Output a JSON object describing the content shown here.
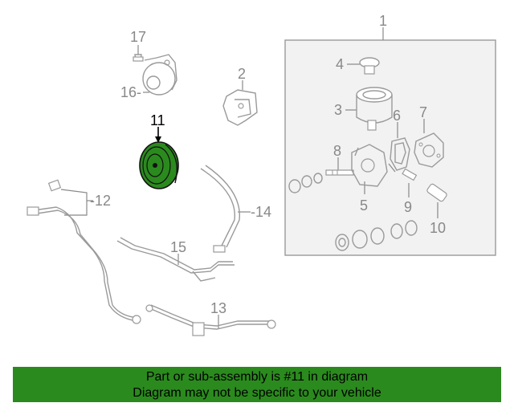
{
  "callouts": {
    "c1": "1",
    "c2": "2",
    "c3": "3",
    "c4": "4",
    "c5": "5",
    "c6": "6",
    "c7": "7",
    "c8": "8",
    "c9": "9",
    "c10": "10",
    "c11": "11",
    "c12": "-12",
    "c13": "13",
    "c14": "-14",
    "c15": "15",
    "c16": "16-",
    "c17": "17"
  },
  "highlight_color": "#2b8a1e",
  "banner": {
    "line1": "Part or sub-assembly is #11 in diagram",
    "line2": "Diagram may not be specific to your vehicle"
  }
}
